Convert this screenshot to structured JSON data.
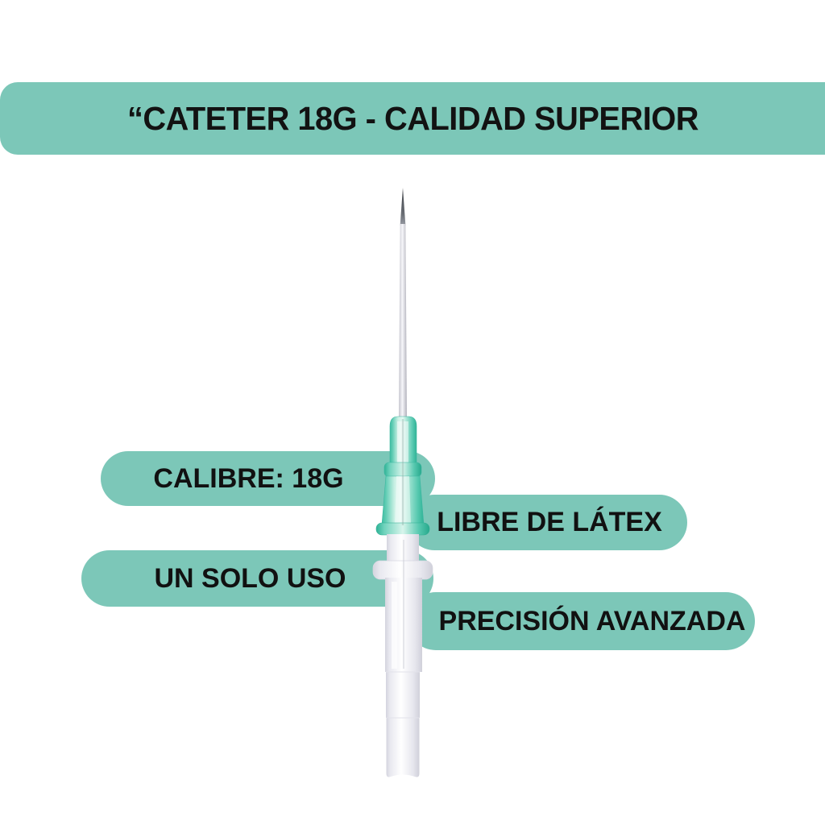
{
  "banner": {
    "title": "“CATETER 18G - CALIDAD SUPERIOR"
  },
  "features": [
    {
      "label": "CALIBRE: 18G",
      "side": "left"
    },
    {
      "label": "LIBRE DE LÁTEX",
      "side": "right"
    },
    {
      "label": "UN SOLO USO",
      "side": "left"
    },
    {
      "label": "PRECISIÓN AVANZADA",
      "side": "right"
    }
  ],
  "product": {
    "image_alt": "Catéter intravenoso 18G con aguja, conector verde y cuerpo transparente"
  },
  "colors": {
    "accent_teal": "#7cc7b8",
    "hub_green": "#5ecdb4",
    "body_white": "#f2f2f6",
    "needle_gray": "#c9c9d2",
    "text": "#111111",
    "background": "#ffffff"
  }
}
